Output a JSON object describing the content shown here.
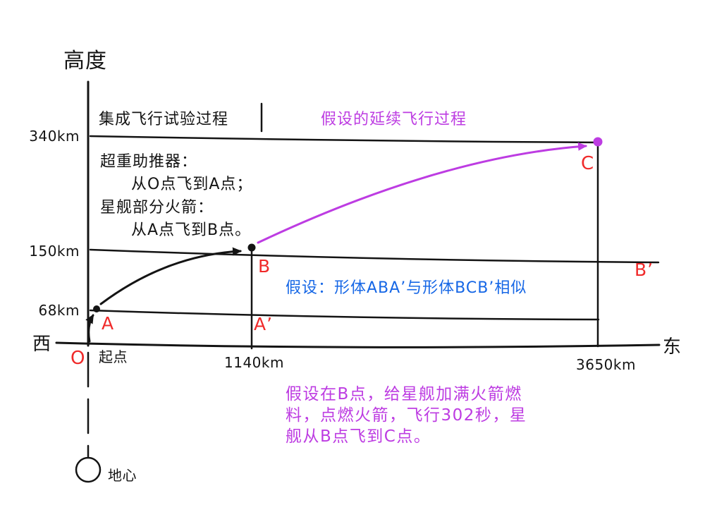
{
  "title": {
    "y_axis": "高度"
  },
  "axis": {
    "west": "西",
    "east": "东",
    "alt_340": "340km",
    "alt_150": "150km",
    "alt_68": "68km",
    "dist_1140": "1140km",
    "dist_3650": "3650km"
  },
  "phases": {
    "test": "集成飞行试验过程",
    "hypothetical": "假设的延续飞行过程"
  },
  "notes": {
    "booster_title": "超重助推器：",
    "booster_line": "从O点飞到A点；",
    "starship_title": "星舰部分火箭：",
    "starship_line": "从A点飞到B点。",
    "similarity": "假设：形体ABA’与形体BCB’相似",
    "burn_line1": "假设在B点，给星舰加满火箭燃",
    "burn_line2": "料，点燃火箭，飞行302秒，星",
    "burn_line3": "舰从B点飞到C点。"
  },
  "points": {
    "O": "O",
    "A": "A",
    "A_prime": "A’",
    "B": "B",
    "B_prime": "B’",
    "C": "C",
    "origin": "起点",
    "earth_center": "地心"
  },
  "colors": {
    "red": "#f02a2a",
    "purple": "#bd3ce2",
    "blue": "#1667e6",
    "ink": "#141414",
    "background": "#ffffff"
  }
}
